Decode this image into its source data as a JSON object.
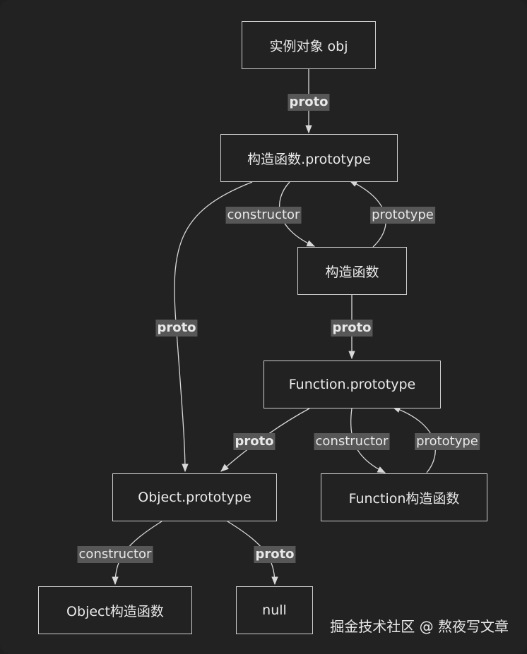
{
  "nodes": {
    "instance_obj": "实例对象 obj",
    "ctor_prototype": "构造函数.prototype",
    "ctor": "构造函数",
    "function_prototype": "Function.prototype",
    "function_ctor": "Function构造函数",
    "object_prototype": "Object.prototype",
    "object_ctor": "Object构造函数",
    "null_node": "null"
  },
  "edge_labels": {
    "obj_to_ctorproto": "proto",
    "ctorproto_to_ctor": "constructor",
    "ctor_to_ctorproto": "prototype",
    "ctorproto_to_objproto": "proto",
    "ctor_to_funcproto": "proto",
    "funcproto_to_objproto": "proto",
    "funcproto_to_funcctor": "constructor",
    "funcctor_to_funcproto": "prototype",
    "objproto_to_objctor": "constructor",
    "objproto_to_null": "proto"
  },
  "colors": {
    "background": "#222222",
    "node_border": "#cfcfcf",
    "edge": "#d8d8d8",
    "label_background": "#575757",
    "text": "#eaeaea"
  },
  "watermark": "掘金技术社区 @ 熬夜写文章"
}
